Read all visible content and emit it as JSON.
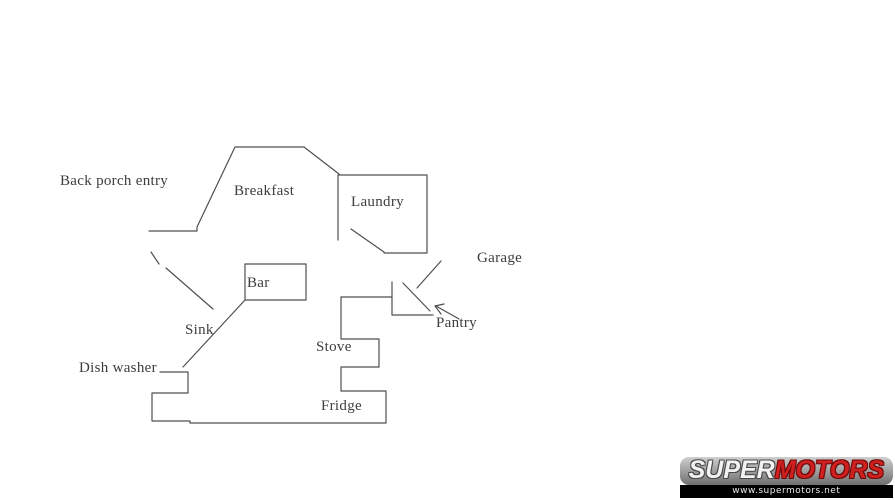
{
  "page": {
    "background": "#ffffff",
    "line_color": "#4f4f4f",
    "label_color": "#3d3d3d"
  },
  "labels": {
    "back_porch_entry": "Back porch entry",
    "breakfast": "Breakfast",
    "laundry": "Laundry",
    "garage": "Garage",
    "bar": "Bar",
    "sink": "Sink",
    "pantry": "Pantry",
    "stove": "Stove",
    "dish_washer": "Dish washer",
    "fridge": "Fridge"
  },
  "walls": {
    "back_porch": "149,231 197,231 197,227 235,147 304,147 339,174",
    "laundry_top_right_bottom": "338,175 427,175 427,253 384,253",
    "laundry_left": "338,175 338,240",
    "laundry_door": "351,229 384,252",
    "porch_door_stub": "151,252 159,264",
    "porch_diagonal": "166,268 213,309",
    "bar_box": "245,264 306,264 306,300 245,300 245,264",
    "sink_diagonal": "245,300 183,367",
    "dishwasher_top": "160,372 188,372",
    "main_counter": "188,372 188,393 152,393 152,421 190,421 190,423 386,423 386,391 341,391 341,367 379,367 379,339 341,339 341,297 392,297",
    "pantry_wall": "392,282 392,315 433,315",
    "pantry_door": "403,283 430,311",
    "garage_door": "441,261 417,288",
    "pantry_arrow_line": "459,319 436,306",
    "pantry_arrow_head": "444,304 435,306 441,314"
  },
  "watermark": {
    "super": "SUPER",
    "motors": "MOTORS",
    "url": "www.supermotors.net"
  }
}
